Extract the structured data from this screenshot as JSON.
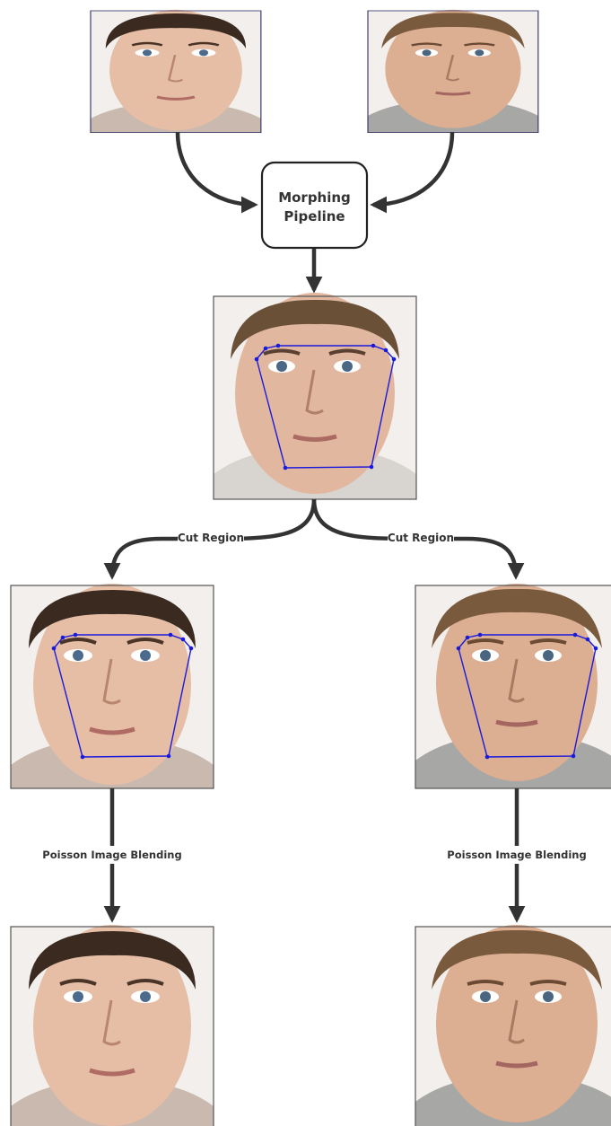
{
  "pipeline": {
    "title_line1": "Morphing",
    "title_line2": "Pipeline"
  },
  "edges": {
    "cut_left": "Cut Region",
    "cut_right": "Cut Region",
    "blend_left": "Poisson Image Blending",
    "blend_right": "Poisson Image Blending"
  },
  "images": {
    "source_a": "face-photo-young-man-dark-hair",
    "source_b": "face-photo-man-light-brown-hair",
    "morph": "morphed-face",
    "cut_a": "face-a-with-landmark-polygon",
    "cut_b": "face-b-with-landmark-polygon",
    "result_a": "blended-face-a",
    "result_b": "blended-face-b"
  },
  "colors": {
    "arrow": "#333333",
    "landmark": "#1a1adc",
    "skin": "#e8c2aa",
    "hair_dark": "#3a2a20",
    "hair_light": "#7a5a3c"
  }
}
